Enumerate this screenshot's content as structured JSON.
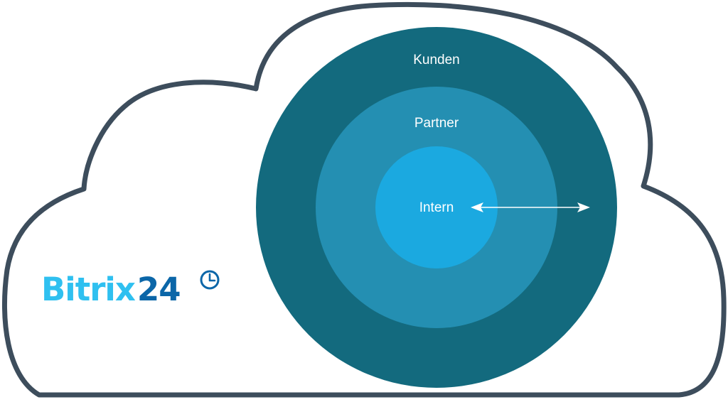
{
  "logo": {
    "brand": "Bitrix",
    "number": "24",
    "icon": "clock-icon"
  },
  "rings": {
    "outer": {
      "label": "Kunden"
    },
    "middle": {
      "label": "Partner"
    },
    "inner": {
      "label": "Intern"
    }
  },
  "colors": {
    "cloud_stroke": "#3d4d5c",
    "outer_ring": "#136a7e",
    "middle_ring": "#248fb2",
    "inner_ring": "#1ba9e0",
    "logo_brand": "#2fc0f0",
    "logo_number": "#0b66a8"
  }
}
